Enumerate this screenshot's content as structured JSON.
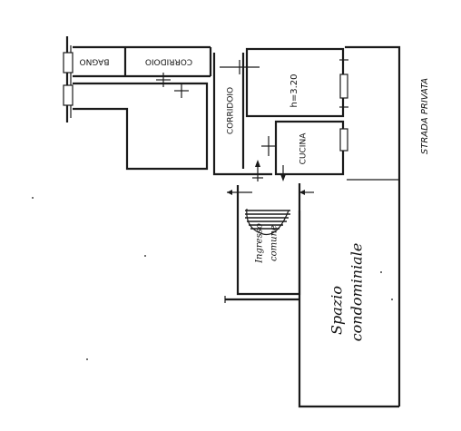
{
  "floorplan": {
    "rooms": [
      {
        "id": "bagno",
        "label": "BAGNO"
      },
      {
        "id": "corridoio-top",
        "label": "CORRIDOIO"
      },
      {
        "id": "corridoio-vertical",
        "label": "CORRIDOIO"
      },
      {
        "id": "main-room",
        "label": "h=3.20"
      },
      {
        "id": "cucina",
        "label": "CUCINA"
      }
    ],
    "ingresso": {
      "line1": "Ingresso",
      "line2": "comune"
    },
    "spazio": {
      "line1": "Spazio",
      "line2": "condominiale"
    },
    "strada": "STRADA PRIVATA"
  },
  "colors": {
    "ink": "#1a1a1a",
    "paper": "#ffffff"
  }
}
